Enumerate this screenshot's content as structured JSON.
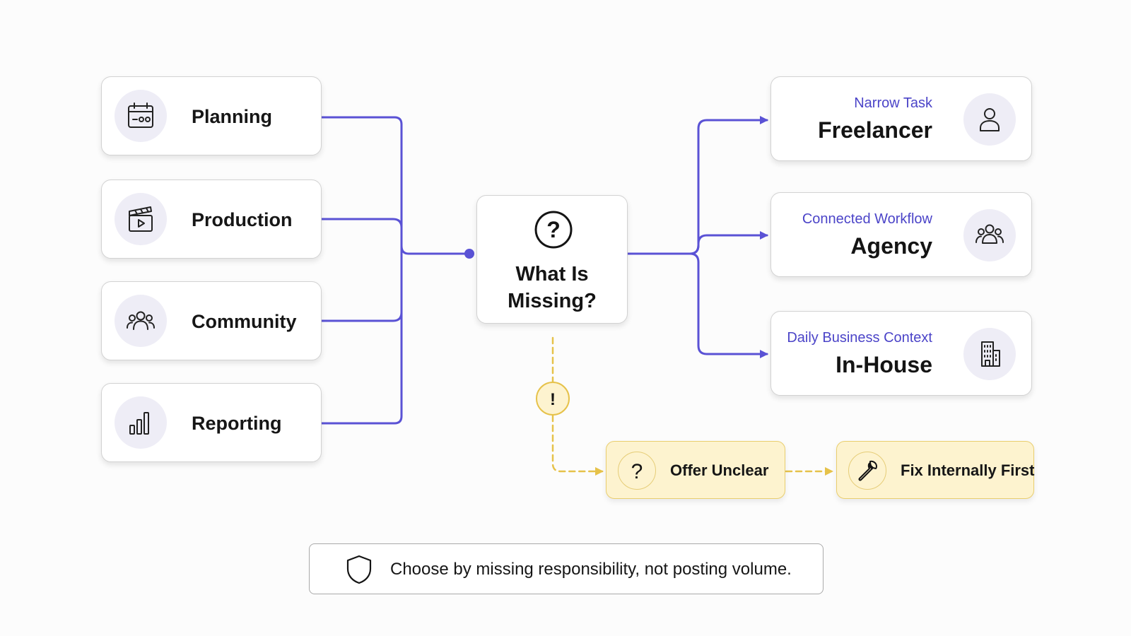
{
  "colors": {
    "accent": "#5a52d5",
    "accent_text": "#4b44c8",
    "warning_line": "#e6c24a",
    "warning_fill": "#fdf3cf",
    "icon_circle": "#eeedf6"
  },
  "inputs": [
    {
      "label": "Planning",
      "icon": "calendar-icon"
    },
    {
      "label": "Production",
      "icon": "clapperboard-icon"
    },
    {
      "label": "Community",
      "icon": "users-icon"
    },
    {
      "label": "Reporting",
      "icon": "bar-chart-icon"
    }
  ],
  "center": {
    "icon": "question-circle-icon",
    "line1": "What Is",
    "line2": "Missing?"
  },
  "outputs": [
    {
      "subtitle": "Narrow Task",
      "title": "Freelancer",
      "icon": "user-icon"
    },
    {
      "subtitle": "Connected Workflow",
      "title": "Agency",
      "icon": "team-icon"
    },
    {
      "subtitle": "Daily Business Context",
      "title": "In-House",
      "icon": "building-icon"
    }
  ],
  "warning_path": {
    "marker_icon": "exclamation-icon",
    "steps": [
      {
        "label": "Offer Unclear",
        "icon": "question-icon"
      },
      {
        "label": "Fix Internally First",
        "icon": "wrench-icon"
      }
    ]
  },
  "footer": {
    "icon": "shield-icon",
    "text": "Choose by missing responsibility, not posting volume."
  }
}
